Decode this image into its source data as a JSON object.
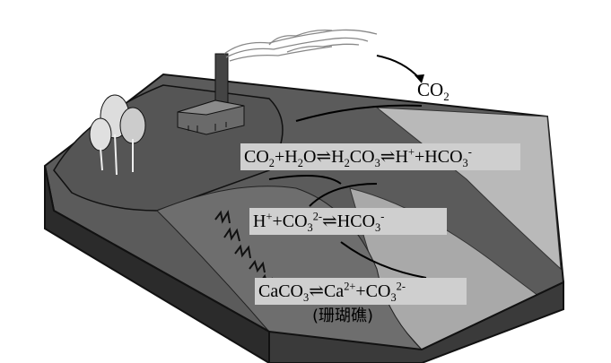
{
  "labels": {
    "co2_top": {
      "main": "CO",
      "sub": "2"
    },
    "eq1": [
      "CO",
      "2",
      "+H",
      "2",
      "O⇌H",
      "2",
      "CO",
      "3",
      "⇌H",
      "+",
      "+HCO",
      "3",
      "-"
    ],
    "eq2": [
      "H",
      "+",
      "+CO",
      "3",
      "2-",
      "⇌HCO",
      "3",
      "-"
    ],
    "eq3": [
      "CaCO",
      "3",
      "⇌Ca",
      "2+",
      "+CO",
      "3",
      "2-"
    ],
    "coral_reef": "(珊瑚礁)"
  }
}
